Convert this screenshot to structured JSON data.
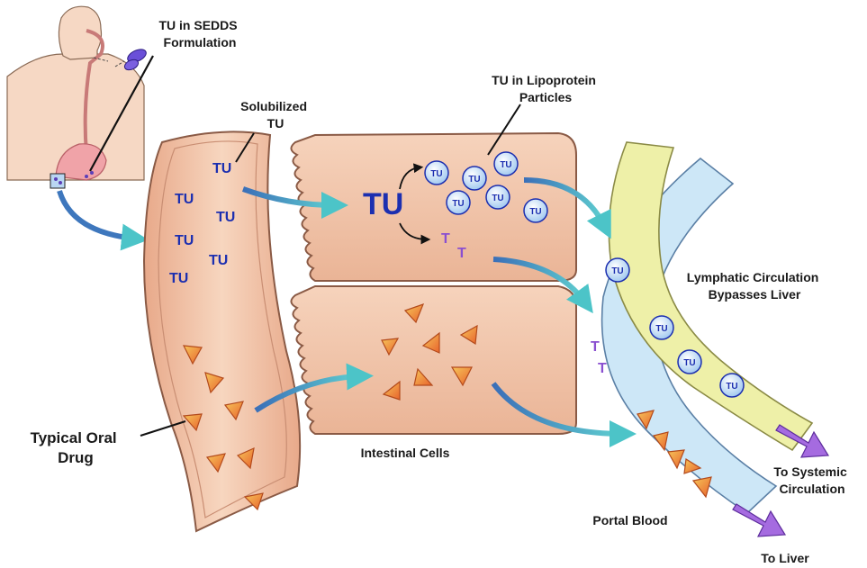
{
  "labels": {
    "sedds": [
      "TU in SEDDS",
      "Formulation"
    ],
    "solubilized": [
      "Solubilized",
      "TU"
    ],
    "lipoprotein": [
      "TU in Lipoprotein",
      "Particles"
    ],
    "lymphatic": [
      "Lymphatic Circulation",
      "Bypasses Liver"
    ],
    "typical_oral": [
      "Typical Oral",
      "Drug"
    ],
    "intestinal_cells": "Intestinal Cells",
    "portal_blood": "Portal Blood",
    "to_systemic": [
      "To Systemic",
      "Circulation"
    ],
    "to_liver": "To Liver"
  },
  "molecules": {
    "tu": "TU",
    "t": "T"
  },
  "colors": {
    "tu_text": "#1c2fb0",
    "t_text": "#8a4fd0",
    "tissue": "#f3c6a6",
    "lymph": "#eef0a8",
    "portal": "#cde7f7",
    "arrow_teal": "#3fb8c0",
    "arrow_purple": "#a56be0",
    "drug_triangle": "#f08a3a"
  }
}
